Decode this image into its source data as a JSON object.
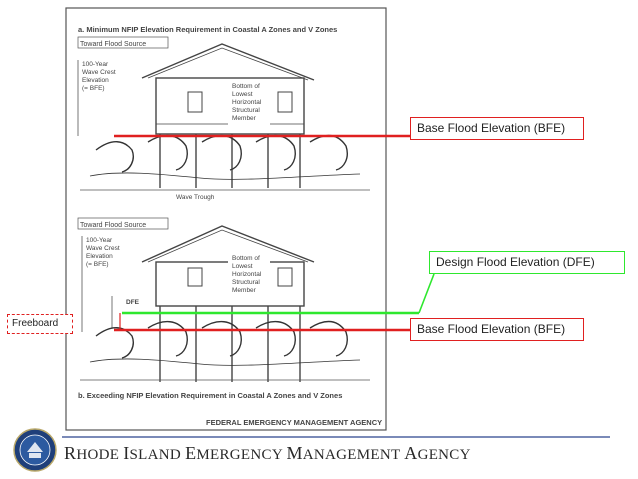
{
  "panel_top": {
    "title": "a. Minimum NFIP Elevation Requirement in  Coastal A Zones and V Zones",
    "flood_source": "Toward Flood Source",
    "wave_crest_label": [
      "100-Year",
      "Wave Crest",
      "Elevation",
      "(= BFE)"
    ],
    "member_label": [
      "Bottom of",
      "Lowest",
      "Horizontal",
      "Structural",
      "Member"
    ],
    "wave_trough": "Wave Trough"
  },
  "panel_bottom": {
    "title": "b. Exceeding NFIP Elevation Requirement in Coastal A Zones and V Zones",
    "flood_source": "Toward Flood Source",
    "wave_crest_label": [
      "100-Year",
      "Wave Crest",
      "Elevation",
      "(= BFE)"
    ],
    "member_label": [
      "Bottom of",
      "Lowest",
      "Horizontal",
      "Structural",
      "Member"
    ],
    "dfe_tag": "DFE"
  },
  "source": "FEDERAL EMERGENCY MANAGEMENT AGENCY",
  "callouts": {
    "bfe_top": "Base Flood Elevation (BFE)",
    "dfe": "Design Flood Elevation (DFE)",
    "bfe_bottom": "Base Flood Elevation (BFE)",
    "freeboard": "Freeboard"
  },
  "footer": {
    "first_letters": [
      "R",
      "I",
      "E",
      "M",
      "A"
    ],
    "rest": [
      "HODE ",
      "SLAND ",
      "MERGENCY ",
      "ANAGEMENT ",
      "GENCY"
    ]
  },
  "colors": {
    "bfe": "#e02020",
    "dfe": "#2ee82e",
    "rule": "#7a8ab8"
  }
}
